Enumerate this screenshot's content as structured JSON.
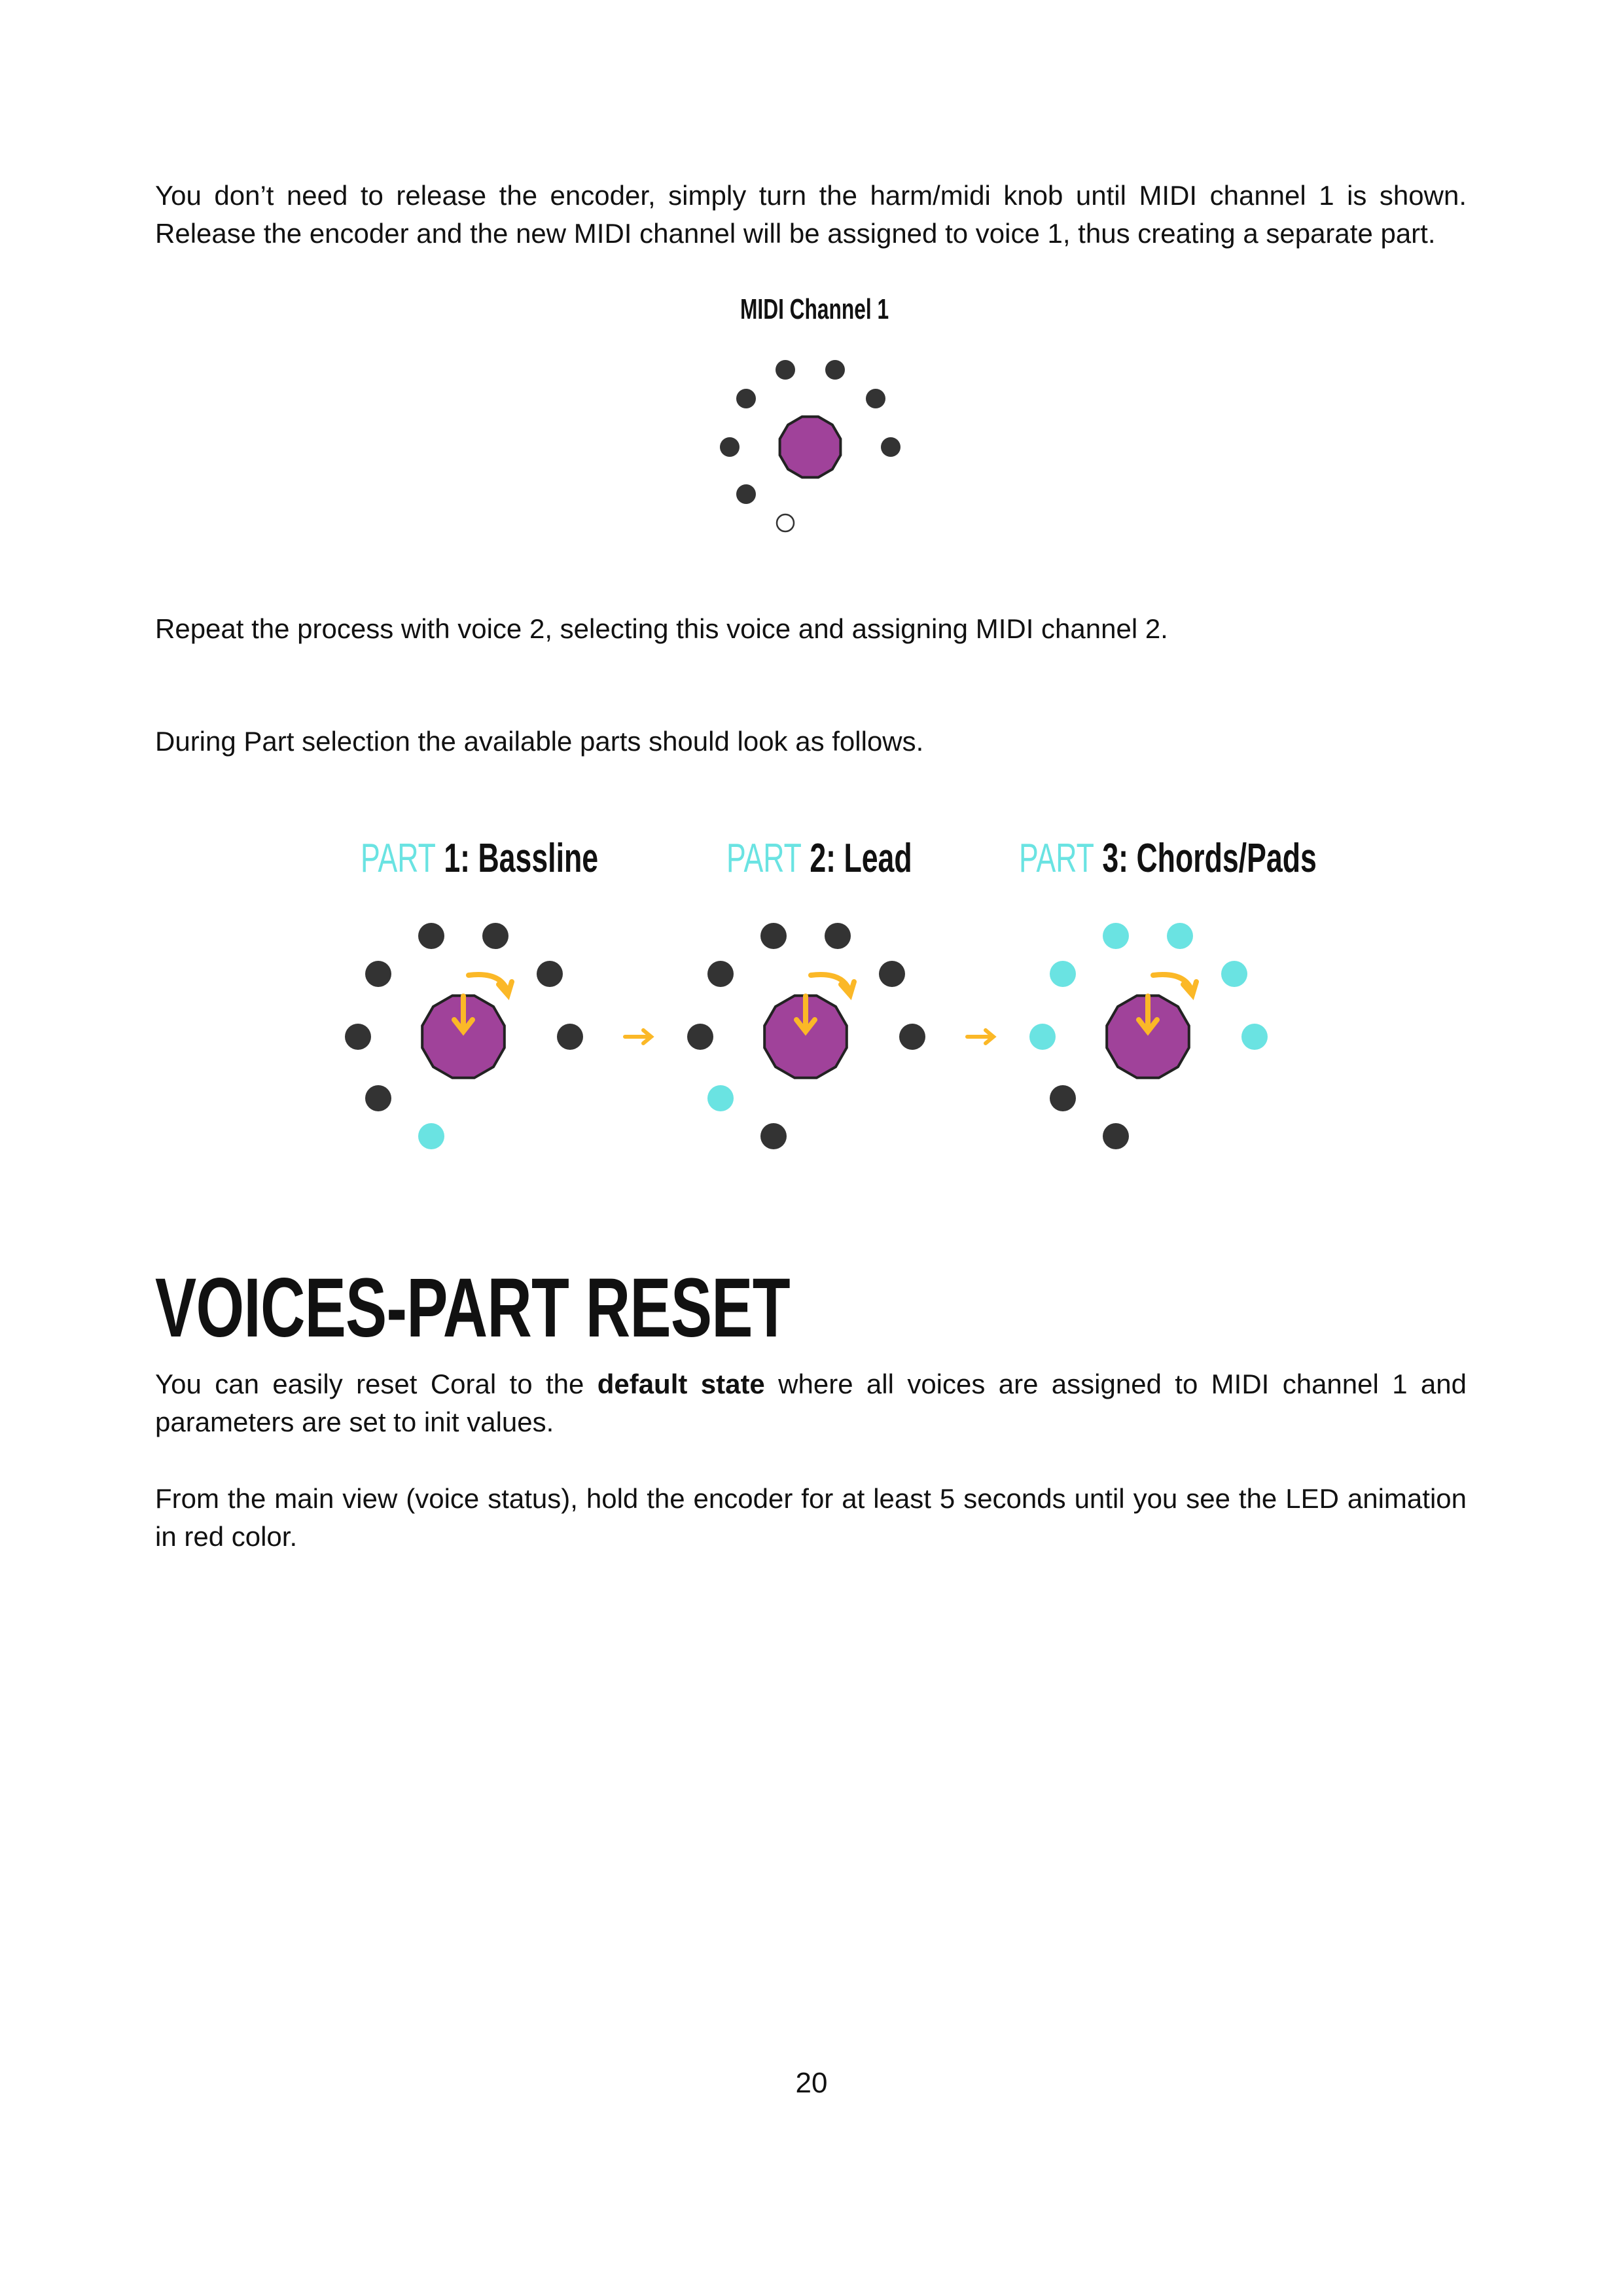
{
  "paragraphs": {
    "p1": "You don’t need to release the encoder, simply turn the harm/midi knob until MIDI channel 1 is shown. Release the encoder and the new MIDI channel will be assigned to voice 1, thus creating a separate part.",
    "p2": "Repeat the process with voice 2, selecting this voice and assigning MIDI channel 2.",
    "p3": "During Part selection the available parts should look as follows."
  },
  "midi_diagram": {
    "label": "MIDI Channel 1",
    "leds": [
      "off-hollow",
      "dark",
      "dark",
      "dark",
      "dark",
      "dark",
      "dark",
      "dark"
    ]
  },
  "parts": [
    {
      "prefix": "PART",
      "label": "1: Bassline",
      "leds": [
        "cyan",
        "dark",
        "dark",
        "dark",
        "dark",
        "dark",
        "dark",
        "dark"
      ]
    },
    {
      "prefix": "PART",
      "label": "2: Lead",
      "leds": [
        "dark",
        "cyan",
        "dark",
        "dark",
        "dark",
        "dark",
        "dark",
        "dark"
      ]
    },
    {
      "prefix": "PART",
      "label": "3: Chords/Pads",
      "leds": [
        "dark",
        "dark",
        "cyan",
        "cyan",
        "cyan",
        "cyan",
        "cyan",
        "cyan"
      ]
    }
  ],
  "section": {
    "heading": "VOICES-PART RESET",
    "p1_before": "You can easily reset Coral to the ",
    "p1_bold": "default state",
    "p1_after": " where all voices are assigned to MIDI channel 1 and parameters are set to init values.",
    "p2": "From the main view (voice status), hold the encoder for at least 5 seconds until you see the LED animation in red color."
  },
  "page_number": "20",
  "colors": {
    "knob": "#a0429a",
    "dark": "#333333",
    "cyan": "#6ae3e2",
    "arrow": "#fbb827"
  }
}
